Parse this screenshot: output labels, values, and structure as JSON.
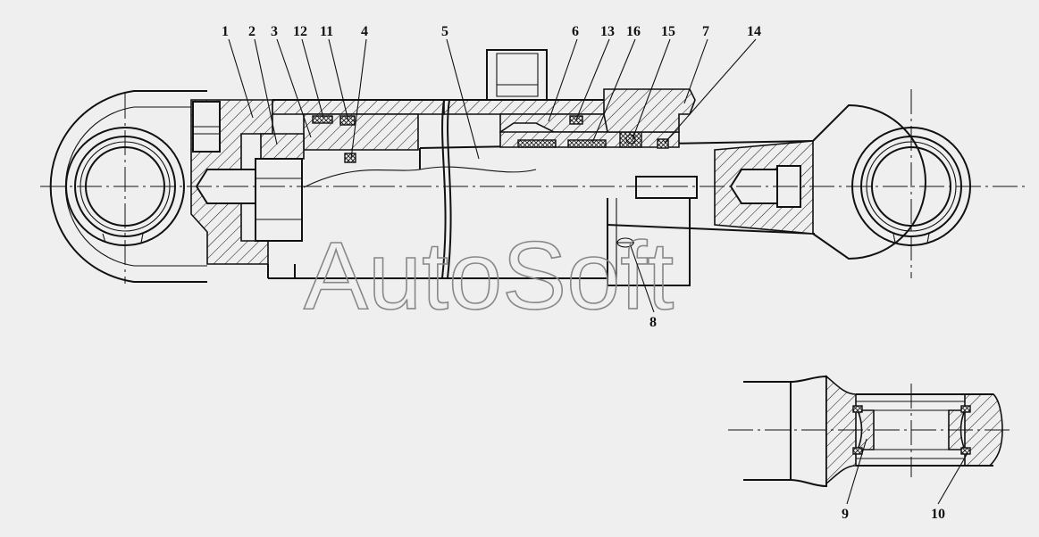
{
  "watermark": "AutoSoft",
  "callouts": [
    {
      "id": "1",
      "text": "1"
    },
    {
      "id": "2",
      "text": "2"
    },
    {
      "id": "3",
      "text": "3"
    },
    {
      "id": "12",
      "text": "12"
    },
    {
      "id": "11",
      "text": "11"
    },
    {
      "id": "4",
      "text": "4"
    },
    {
      "id": "5",
      "text": "5"
    },
    {
      "id": "6",
      "text": "6"
    },
    {
      "id": "13",
      "text": "13"
    },
    {
      "id": "16",
      "text": "16"
    },
    {
      "id": "15",
      "text": "15"
    },
    {
      "id": "7",
      "text": "7"
    },
    {
      "id": "14",
      "text": "14"
    },
    {
      "id": "8",
      "text": "8"
    },
    {
      "id": "9",
      "text": "9"
    },
    {
      "id": "10",
      "text": "10"
    }
  ]
}
